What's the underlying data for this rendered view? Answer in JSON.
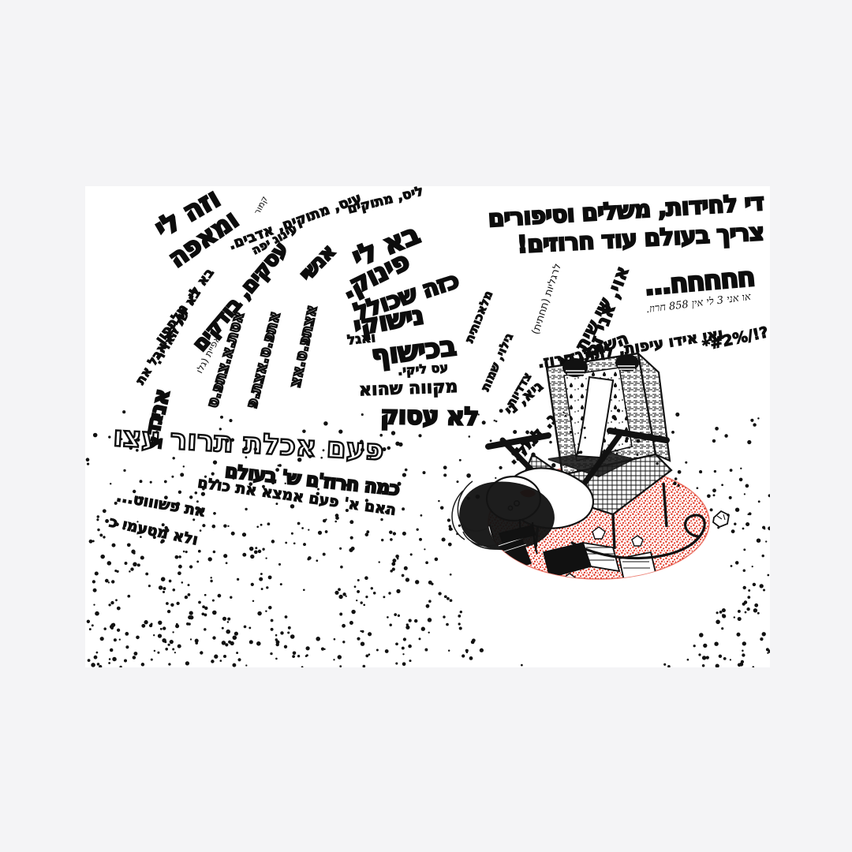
{
  "artwork": {
    "title": "Hebrew hand-lettered illustration poster",
    "background_color": "#f4f4f6",
    "canvas_color": "#ffffff",
    "ink_color": "#0d0d0d",
    "accent_color": "#e23a28"
  },
  "headline": {
    "line1": "די לחידות, משלים וסיפורים",
    "line2": "צריך בעולם עוד חרוזים!"
  },
  "lettering": {
    "l01": "די לחידות, משלים וסיפורים",
    "l02": "צריך בעולם עוד חרוזים!",
    "l03": "חחחחח...",
    "l04": "או אני 3 לי אין 858 חרוז.",
    "l05": "ואי אידו עיפות, לתת, חרוז.",
    "l06": "?!/%2#*",
    "l07": "וזה לי",
    "l08": "ומאפה",
    "l09": "עינוג יפה",
    "l10": "עסקים, בודקים",
    "l11": "בא לי, מלפפון",
    "l12": "בא לי, לא אבל את",
    "l13": "של האדיר.",
    "l14": "אפיית (גלו",
    "l15": "בא לי",
    "l16": "פינוק.",
    "l17": "כזה שכולל",
    "l18": "נישוקי",
    "l19": "בכישוף",
    "l20": "ואגל",
    "l21": "עס ליקי.",
    "l22": "מקווה שהוא",
    "l23": "לא עסוק",
    "l24": "פעם אכלת תרור עצו",
    "l25": "כמה חרוז'ם ש' בעולם",
    "l26": "האם א' פעם אמצא את כולם",
    "l27": "את  פשוווט...",
    "l28": "ולא מטעמי כ",
    "l29": "אני",
    "l30": "גד",
    "l31": "צ",
    "l32": "עיס, מתוקים, אדבים.",
    "l33": "ליס, מתוקים",
    "l34": "אנשי",
    "l35": "לרגליות (תחתית)",
    "l36": "אוי, אני זה",
    "l37": "שי שית",
    "l38": "השמדגדג",
    "l39": "לבלתי",
    "l40": "גיא, ני",
    "l41": "גילוי, שמות",
    "l42": "מלאכותית",
    "l43": "צדדיות",
    "l44": "ג.ג. לגיל",
    "l45": "ג.ל.נ.",
    "l46": "אפלליות.",
    "l47": "אטת.א.צתפ.ט",
    "l48": "אתפ.ט.אצת.פ",
    "l49": "אצתפ.ט.אצ",
    "l50": "קמור"
  },
  "illustration": {
    "name": "person-sprawled-on-armchair",
    "elements": [
      "armchair",
      "figure-with-dark-hair",
      "red-stippled-carpet",
      "scattered-books",
      "curling-cable-tail",
      "crumpled-paper-ball"
    ]
  }
}
